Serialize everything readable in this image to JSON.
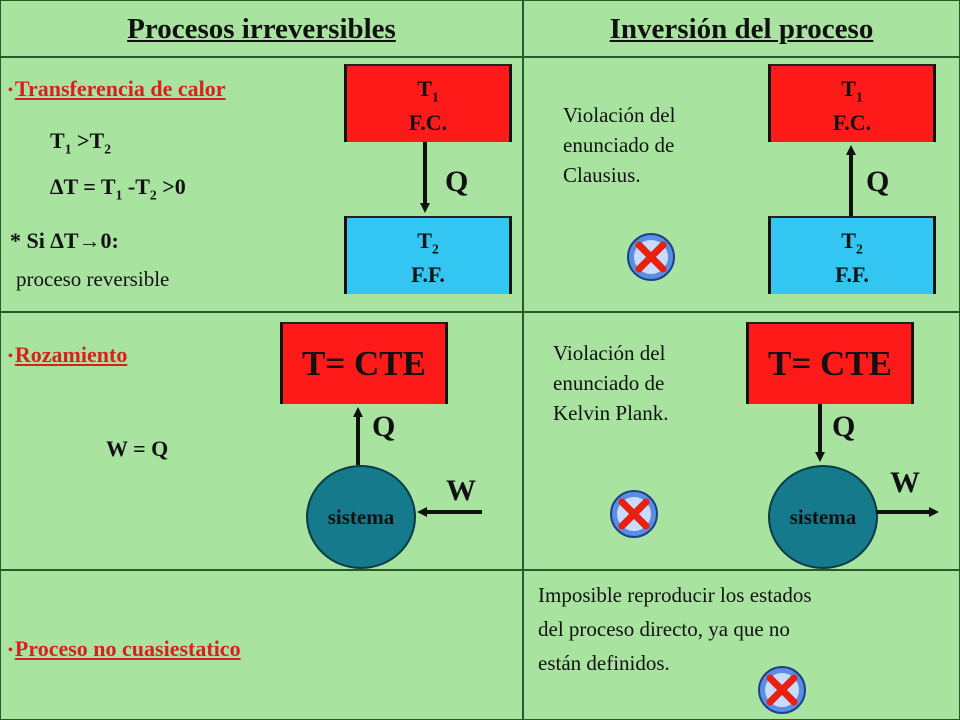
{
  "headers": {
    "left": "Procesos irreversibles",
    "right": "Inversión del proceso"
  },
  "row1": {
    "title": "Transferencia de calor",
    "t1": "T",
    "t1_sub": "1",
    "gt": " >T",
    "t2_sub": "2",
    "delta_sym": "∆",
    "delta_a": "T = T",
    "delta_sub1": "1",
    "delta_b": " -T",
    "delta_sub2": "2",
    "delta_c": " >0",
    "note_a": "* Si ",
    "note_delta": "∆",
    "note_b": "T",
    "note_arrow": "→",
    "note_c": "0:",
    "note_line2": "proceso reversible",
    "hot_t": "T",
    "hot_sub": "1",
    "hot_label": "F.C.",
    "cold_t": "T",
    "cold_sub": "2",
    "cold_label": "F.F.",
    "q": "Q",
    "violation": [
      "Violación del",
      "enunciado de",
      "Clausius."
    ]
  },
  "row2": {
    "title": "Rozamiento",
    "equation": "W = Q",
    "cte": "T= CTE",
    "q": "Q",
    "w": "W",
    "system": "sistema",
    "violation": [
      "Violación del",
      "enunciado de",
      "Kelvin Plank."
    ]
  },
  "row3": {
    "title": "Proceso no cuasiestatico",
    "note": [
      "Imposible reproducir los estados",
      "del proceso directo, ya que no",
      "están definidos."
    ]
  },
  "colors": {
    "background": "#a8e4a0",
    "hot": "#ff1a1a",
    "cold": "#33c6f2",
    "system": "#157a8c",
    "title_red": "#d82020"
  },
  "icons": [
    "x-cross-icon"
  ]
}
